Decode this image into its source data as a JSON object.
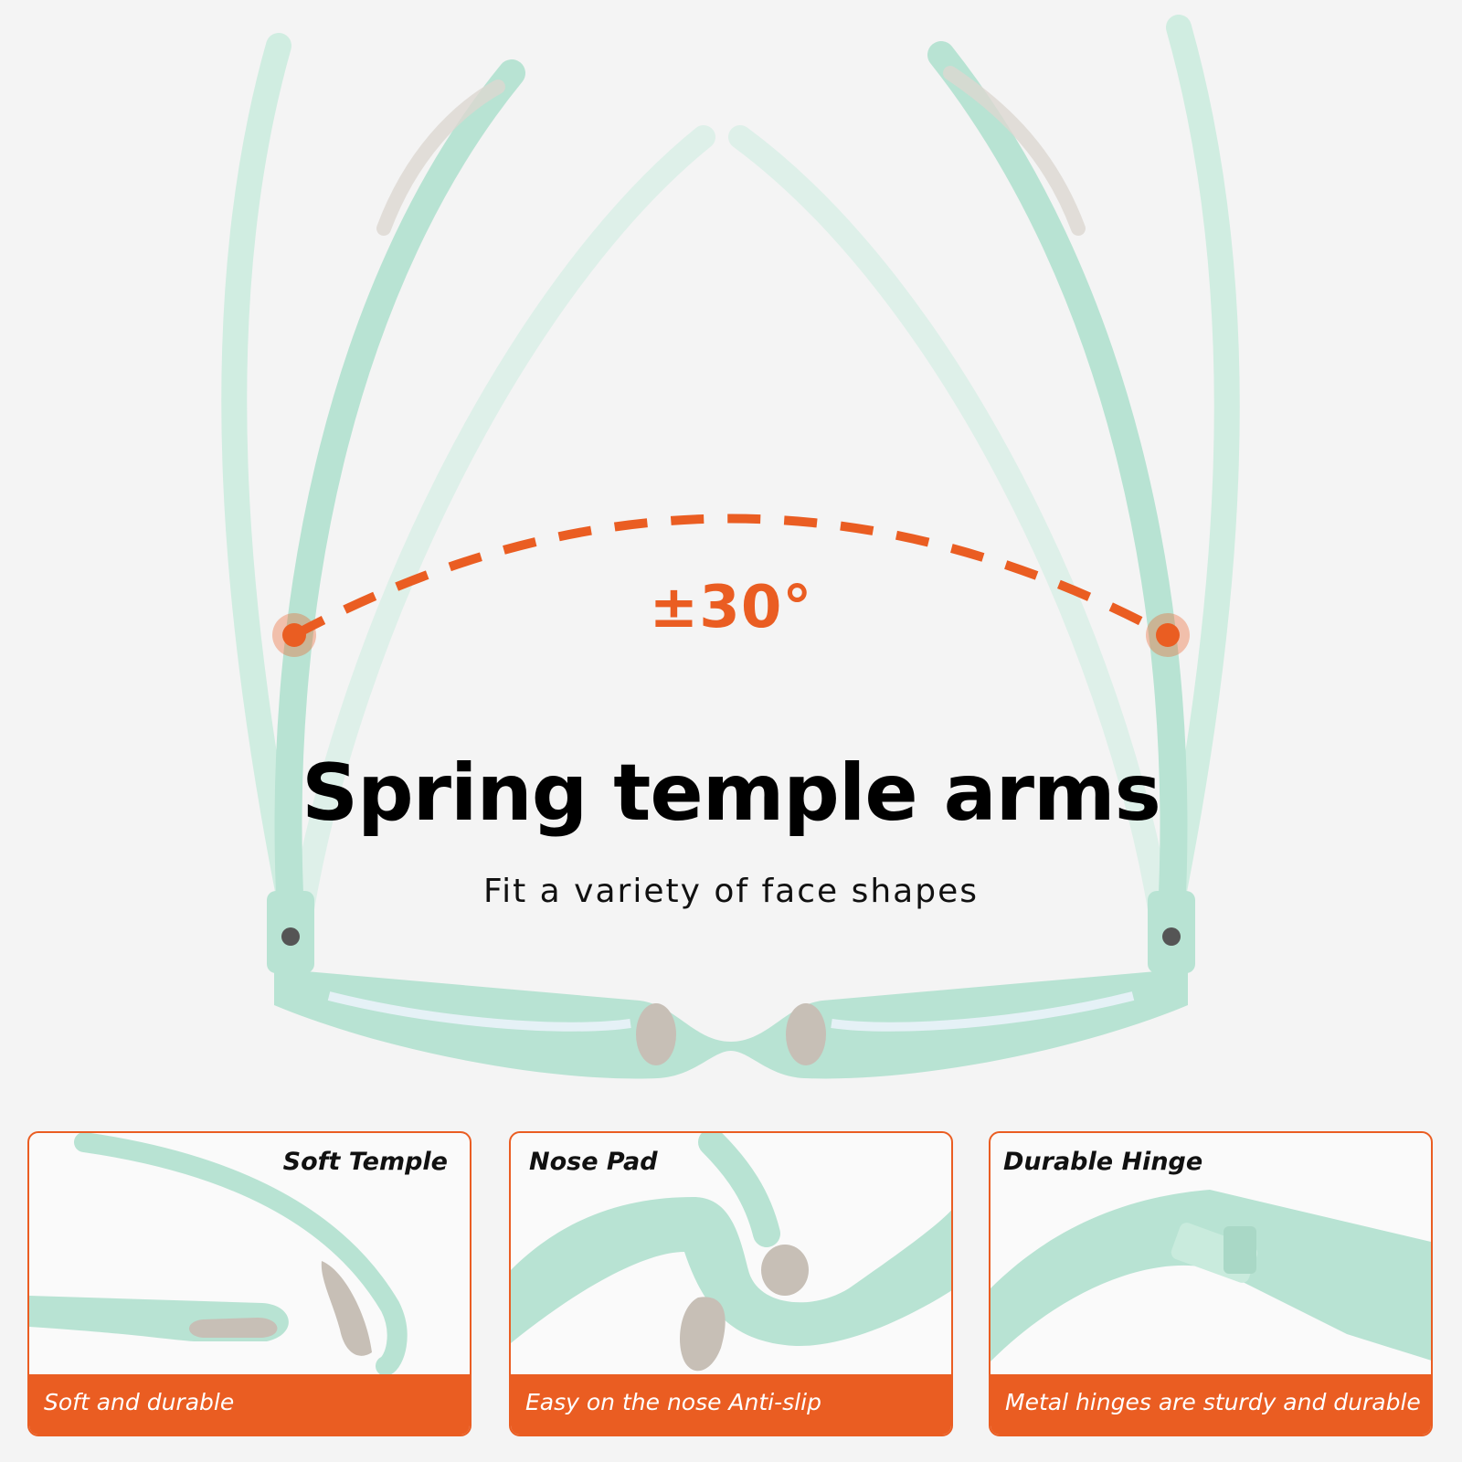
{
  "hero": {
    "angle": "±30°",
    "title": "Spring temple arms",
    "subtitle": "Fit a variety of face shapes",
    "colors": {
      "frame": "#b8e3d3",
      "accent": "#ea5d22",
      "pad": "#c7bfb6"
    }
  },
  "features": [
    {
      "title": "Soft Temple",
      "caption": "Soft and durable"
    },
    {
      "title": "Nose Pad",
      "caption": "Easy on the nose Anti-slip"
    },
    {
      "title": "Durable Hinge",
      "caption": "Metal hinges are sturdy and durable"
    }
  ]
}
